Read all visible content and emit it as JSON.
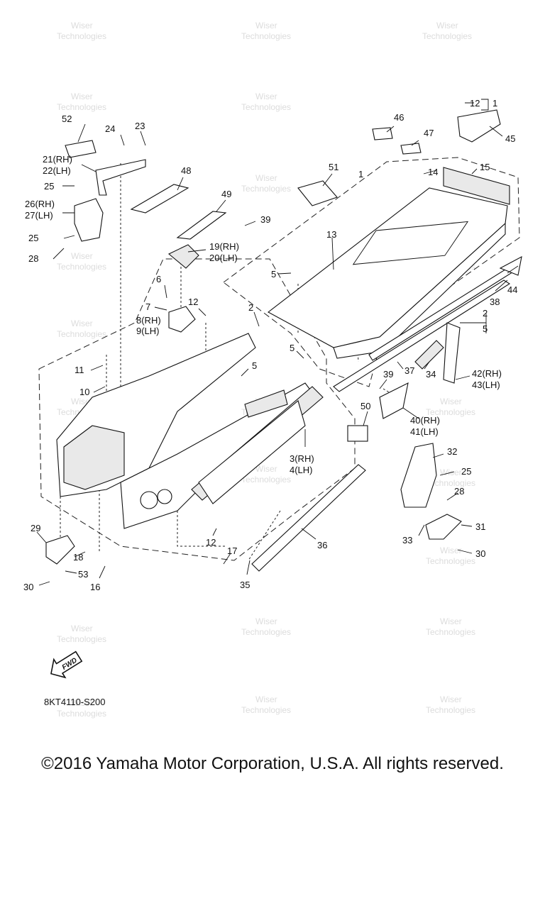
{
  "watermark": {
    "line1": "Wiser",
    "line2": "Technologies"
  },
  "diagram_code": "8KT4110-S200",
  "fwd_label": "FWD",
  "copyright": "©2016 Yamaha Motor Corporation, U.S.A. All rights reserved.",
  "callouts": {
    "c1a": "1",
    "c1b": "1",
    "c2a": "2",
    "c2b": "2",
    "c3": "3(RH)",
    "c4": "4(LH)",
    "c5a": "5",
    "c5b": "5",
    "c5c": "5",
    "c5d": "5",
    "c6": "6",
    "c7": "7",
    "c8": "8(RH)",
    "c9": "9(LH)",
    "c10": "10",
    "c11": "11",
    "c12a": "12",
    "c12b": "12",
    "c12c": "12",
    "c13": "13",
    "c14": "14",
    "c15": "15",
    "c16": "16",
    "c17": "17",
    "c18": "18",
    "c19": "19(RH)",
    "c20": "20(LH)",
    "c21": "21(RH)",
    "c22": "22(LH)",
    "c23": "23",
    "c24": "24",
    "c25a": "25",
    "c25b": "25",
    "c25c": "25",
    "c26": "26(RH)",
    "c27": "27(LH)",
    "c28a": "28",
    "c28b": "28",
    "c29": "29",
    "c30a": "30",
    "c30b": "30",
    "c31": "31",
    "c32": "32",
    "c33": "33",
    "c34": "34",
    "c35": "35",
    "c36": "36",
    "c37": "37",
    "c38": "38",
    "c39a": "39",
    "c39b": "39",
    "c40": "40(RH)",
    "c41": "41(LH)",
    "c42": "42(RH)",
    "c43": "43(LH)",
    "c44": "44",
    "c45": "45",
    "c46": "46",
    "c47": "47",
    "c48": "48",
    "c49": "49",
    "c50": "50",
    "c51": "51",
    "c52": "52",
    "c53": "53"
  }
}
